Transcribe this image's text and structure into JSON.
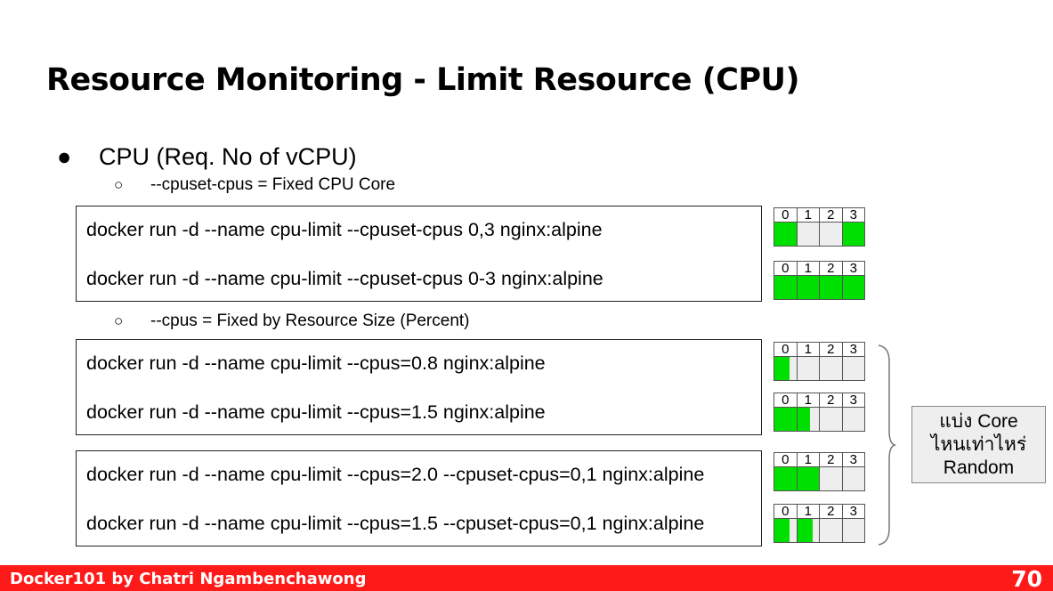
{
  "title": "Resource Monitoring - Limit Resource (CPU)",
  "bullet": {
    "marker": "●",
    "text": "CPU (Req. No of vCPU)"
  },
  "sub_bullets": [
    {
      "marker": "○",
      "text": "--cpuset-cpus = Fixed CPU Core"
    },
    {
      "marker": "○",
      "text": "--cpus = Fixed by Resource Size (Percent)"
    }
  ],
  "cpu_labels": [
    "0",
    "1",
    "2",
    "3"
  ],
  "colors": {
    "used": "#00e000",
    "unused": "#eeeeee",
    "footer": "#ff1a1a"
  },
  "commands": [
    {
      "text": "docker run -d --name cpu-limit --cpuset-cpus 0,3 nginx:alpine",
      "core_usage": [
        1,
        0,
        0,
        1
      ]
    },
    {
      "text": "docker run -d --name cpu-limit --cpuset-cpus 0-3 nginx:alpine",
      "core_usage": [
        1,
        1,
        1,
        1
      ]
    },
    {
      "text": "docker run -d --name cpu-limit --cpus=0.8 nginx:alpine",
      "core_usage": [
        0.7,
        0,
        0,
        0
      ]
    },
    {
      "text": "docker run -d --name cpu-limit --cpus=1.5 nginx:alpine",
      "core_usage": [
        1,
        0.6,
        0,
        0
      ]
    },
    {
      "text": "docker run -d --name cpu-limit --cpus=2.0 --cpuset-cpus=0,1 nginx:alpine",
      "core_usage": [
        1,
        1,
        0,
        0
      ]
    },
    {
      "text": "docker run -d --name cpu-limit --cpus=1.5 --cpuset-cpus=0,1 nginx:alpine",
      "core_usage": [
        0.7,
        0.7,
        0,
        0
      ]
    }
  ],
  "note": {
    "lines": [
      "แบ่ง Core",
      "ไหนเท่าไหร่",
      "Random"
    ]
  },
  "footer": {
    "author": "Docker101 by Chatri Ngambenchawong",
    "page": "70"
  }
}
